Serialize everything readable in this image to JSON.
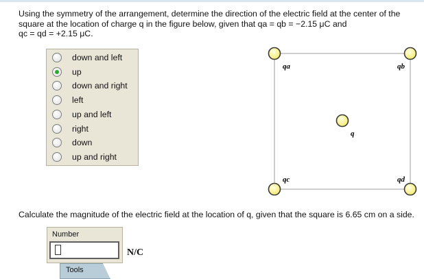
{
  "question": {
    "line1": "Using the symmetry of the arrangement, determine the direction of the electric field at the center of the",
    "line2": "square at the location of charge q in the figure below, given that qa = qb = −2.15 μC and",
    "line3": "qc = qd = +2.15 μC."
  },
  "options": [
    {
      "label": "down and left",
      "selected": false
    },
    {
      "label": "up",
      "selected": true
    },
    {
      "label": "down and right",
      "selected": false
    },
    {
      "label": "left",
      "selected": false
    },
    {
      "label": "up and left",
      "selected": false
    },
    {
      "label": "right",
      "selected": false
    },
    {
      "label": "down",
      "selected": false
    },
    {
      "label": "up and right",
      "selected": false
    }
  ],
  "diagram": {
    "labels": {
      "qa": "qa",
      "qb": "qb",
      "q": "q",
      "qc": "qc",
      "qd": "qd"
    },
    "colors": {
      "charge_fill": "#fff7a8",
      "charge_stroke": "#3a3a3a",
      "square_stroke": "#bdbdbd"
    }
  },
  "question2": "Calculate the magnitude of the electric field at the location of q, given that the square is 6.65 cm on a side.",
  "answer": {
    "title": "Number",
    "value": "",
    "unit": "N/C"
  },
  "tools": {
    "label": "Tools"
  }
}
